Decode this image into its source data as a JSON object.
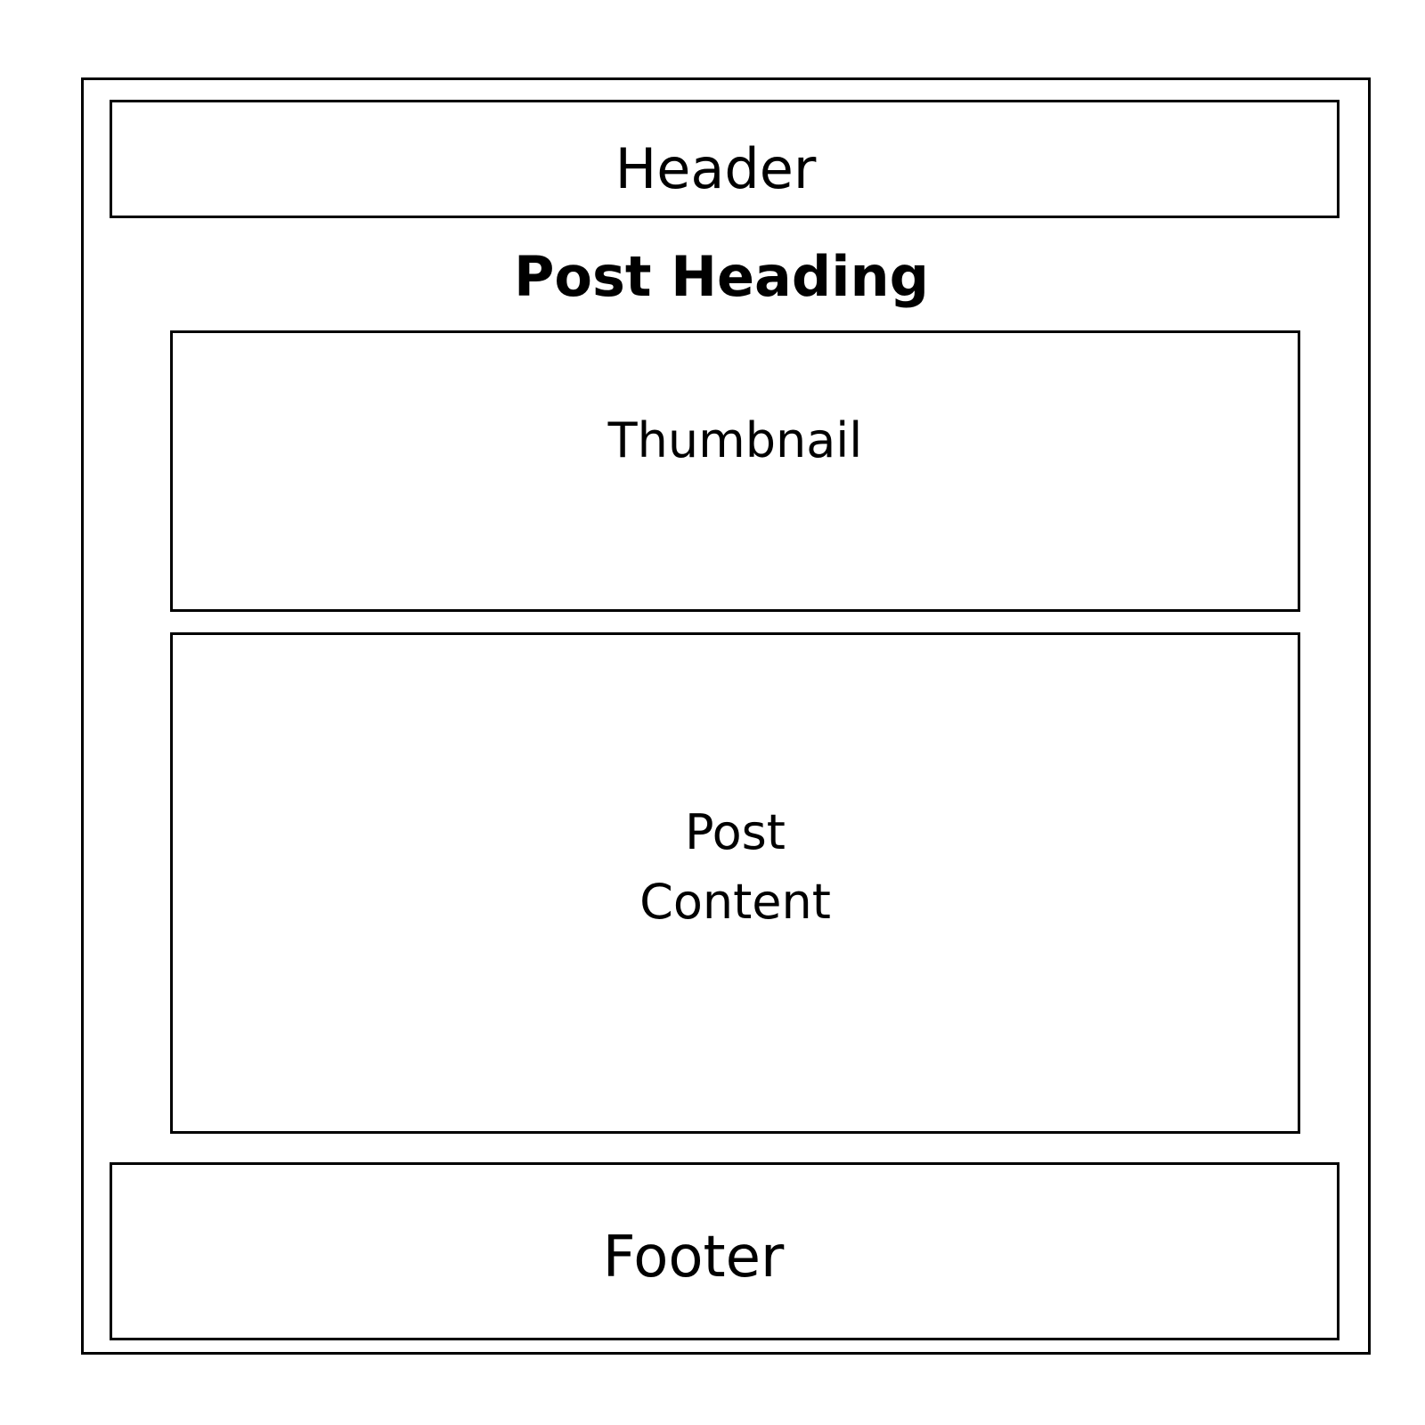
{
  "wireframe": {
    "header": {
      "label": "Header"
    },
    "post_heading": "Post Heading",
    "thumbnail": {
      "label": "Thumbnail"
    },
    "post_content": {
      "label": "Post\nContent"
    },
    "footer": {
      "label": "Footer"
    }
  }
}
